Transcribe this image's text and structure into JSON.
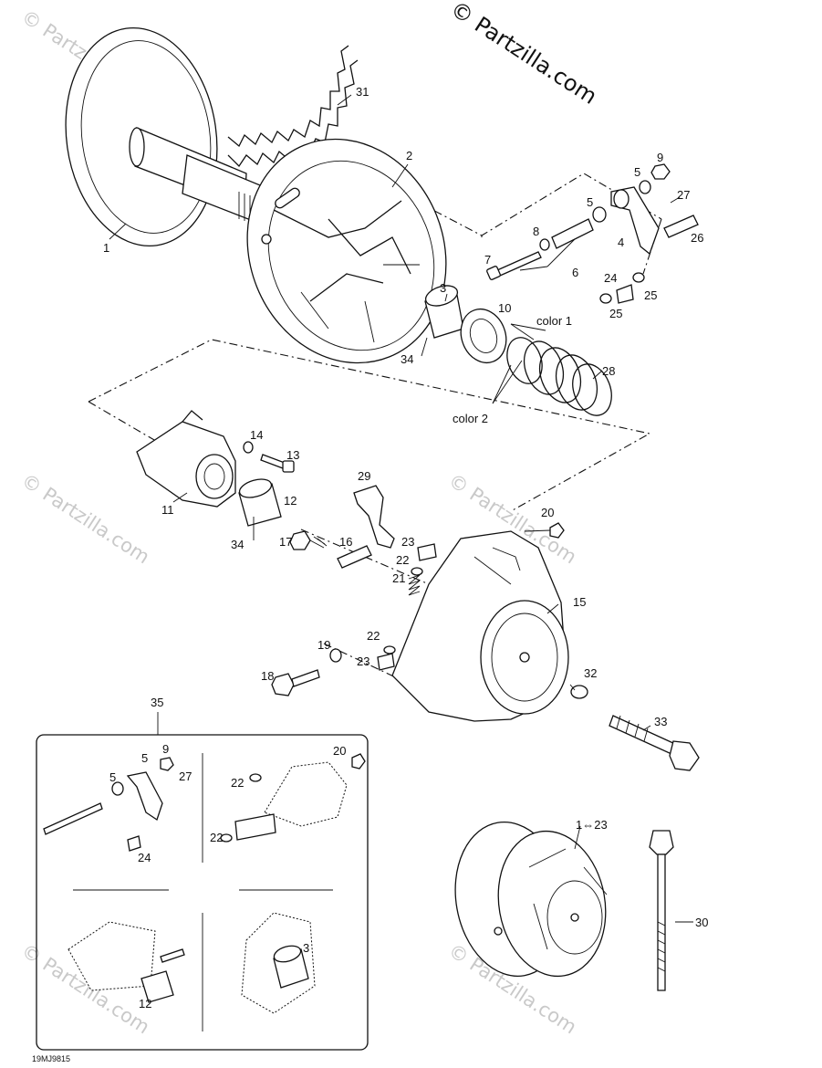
{
  "watermark_main": "© Partzilla.com",
  "watermark_repeat": "© Partzilla.com",
  "figure_code": "19MJ9815",
  "kit_note": "1⇔23",
  "labels": {
    "p1": "1",
    "p2": "2",
    "p3": "3",
    "p4": "4",
    "p5a": "5",
    "p5b": "5",
    "p6": "6",
    "p7": "7",
    "p8": "8",
    "p9": "9",
    "p10": "10",
    "p11": "11",
    "p12": "12",
    "p13": "13",
    "p14": "14",
    "p15": "15",
    "p16": "16",
    "p17": "17",
    "p18": "18",
    "p19": "19",
    "p20": "20",
    "p21": "21",
    "p22a": "22",
    "p22b": "22",
    "p23a": "23",
    "p23b": "23",
    "p24": "24",
    "p25a": "25",
    "p25b": "25",
    "p26": "26",
    "p27": "27",
    "p28": "28",
    "p29": "29",
    "p30": "30",
    "p31": "31",
    "p32": "32",
    "p33": "33",
    "p34a": "34",
    "p34b": "34",
    "p35": "35",
    "color1": "color 1",
    "color2": "color 2"
  },
  "inset_labels": {
    "i5a": "5",
    "i5b": "5",
    "i9": "9",
    "i27": "27",
    "i24": "24",
    "i20": "20",
    "i22a": "22",
    "i22b": "22",
    "i3": "3",
    "i12": "12"
  }
}
